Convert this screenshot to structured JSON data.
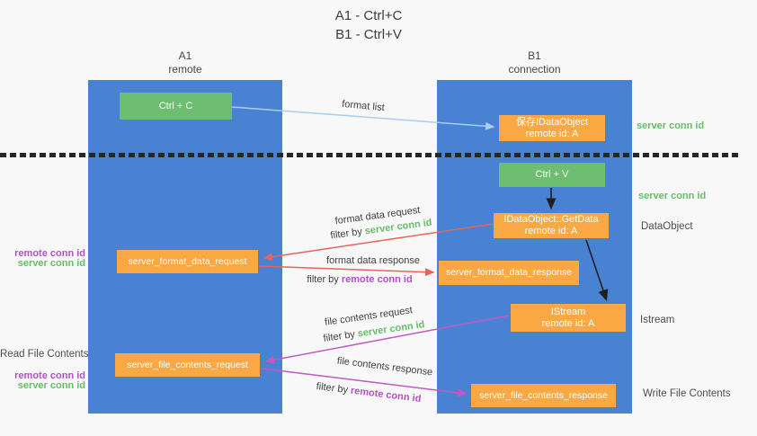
{
  "title": {
    "line1": "A1 - Ctrl+C",
    "line2": "B1 - Ctrl+V"
  },
  "lanes": {
    "left": {
      "name": "A1",
      "role": "remote"
    },
    "right": {
      "name": "B1",
      "role": "connection"
    }
  },
  "boxes": {
    "ctrl_c": {
      "label": "Ctrl + C"
    },
    "save_dataobject": {
      "line1": "保存IDataObject",
      "line2": "remote id: A"
    },
    "ctrl_v": {
      "label": "Ctrl + V"
    },
    "getdata": {
      "line1": "IDataObject::GetData",
      "line2": "remote id: A"
    },
    "server_format_data_request": {
      "label": "server_format_data_request"
    },
    "server_format_data_response": {
      "label": "server_format_data_response"
    },
    "istream": {
      "line1": "IStream",
      "line2": "remote id: A"
    },
    "server_file_contents_request": {
      "label": "server_file_contents_request"
    },
    "server_file_contents_response": {
      "label": "server_file_contents_response"
    }
  },
  "right_labels": {
    "server_conn_id_top": "server conn id",
    "server_conn_id_mid": "server conn id",
    "dataobject": "DataObject",
    "istream": "Istream",
    "write_file_contents": "Write File Contents"
  },
  "left_labels": {
    "remote_conn_id_top": "remote conn id",
    "server_conn_id_top": "server conn id",
    "read_file_contents": "Read File Contents",
    "remote_conn_id_bottom": "remote conn id",
    "server_conn_id_bottom": "server conn id"
  },
  "arrows": {
    "format_list": {
      "label": "format list"
    },
    "format_data_request": {
      "label": "format data request",
      "filter_prefix": "filter by ",
      "filter_key": "server conn id"
    },
    "format_data_response": {
      "label": "format data response",
      "filter_prefix": "filter by ",
      "filter_key": "remote conn id"
    },
    "file_contents_request": {
      "label": "file contents request",
      "filter_prefix": "filter by ",
      "filter_key": "server conn id"
    },
    "file_contents_response": {
      "label": "file contents response",
      "filter_prefix": "filter by ",
      "filter_key": "remote conn id"
    }
  },
  "colors": {
    "lane_blue": "#4a82d3",
    "box_green": "#6dbe70",
    "box_orange": "#f9a843",
    "arrow_red": "#e5655c",
    "arrow_magenta": "#c258c4",
    "arrow_lightblue": "#a6cff0",
    "arrow_black": "#1f1f1f",
    "text_green": "#67bd6a",
    "text_purple": "#b450c8",
    "background": "#f8f8f8"
  }
}
